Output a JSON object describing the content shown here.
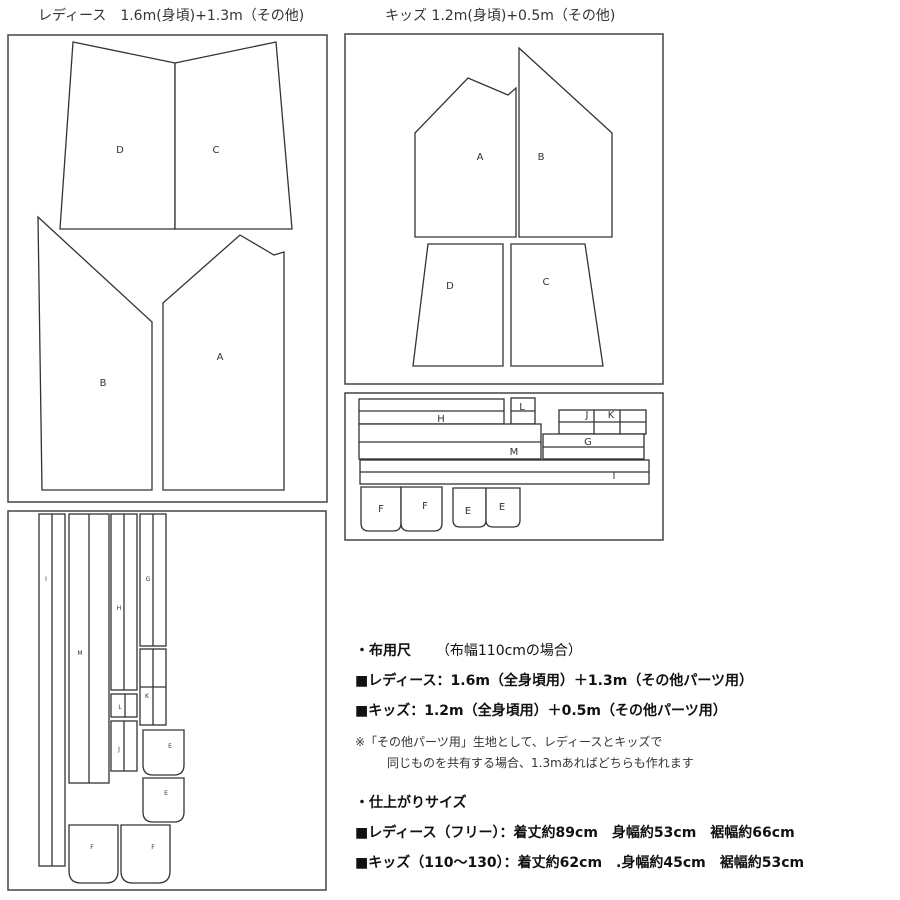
{
  "headers": {
    "ladies": "レディース　1.6m(身頃)+1.3m（その他)",
    "kids": "キッズ 1.2m(身頃)+0.5m（その他)"
  },
  "pieces": {
    "A": "A",
    "B": "B",
    "C": "C",
    "D": "D",
    "E": "E",
    "F": "F",
    "G": "G",
    "H": "H",
    "I": "I",
    "J": "J",
    "K": "K",
    "L": "L",
    "M": "M"
  },
  "info": {
    "fabric_title": "・布用尺",
    "fabric_note": "（布幅110cmの場合）",
    "ladies_fabric": "■レディース：1.6m（全身頃用）＋1.3m（その他パーツ用）",
    "kids_fabric": "■キッズ：1.2m（全身頃用）＋0.5m（その他パーツ用）",
    "share_note_1": "※「その他パーツ用」生地として、レディースとキッズで",
    "share_note_2": "同じものを共有する場合、1.3mあればどちらも作れます",
    "size_title": "・仕上がりサイズ",
    "ladies_size": "■レディース（フリー）：着丈約89cm　身幅約53cm　裾幅約66cm",
    "kids_size": "■キッズ（110〜130）：着丈約62cm　.身幅約45cm　裾幅約53cm"
  }
}
